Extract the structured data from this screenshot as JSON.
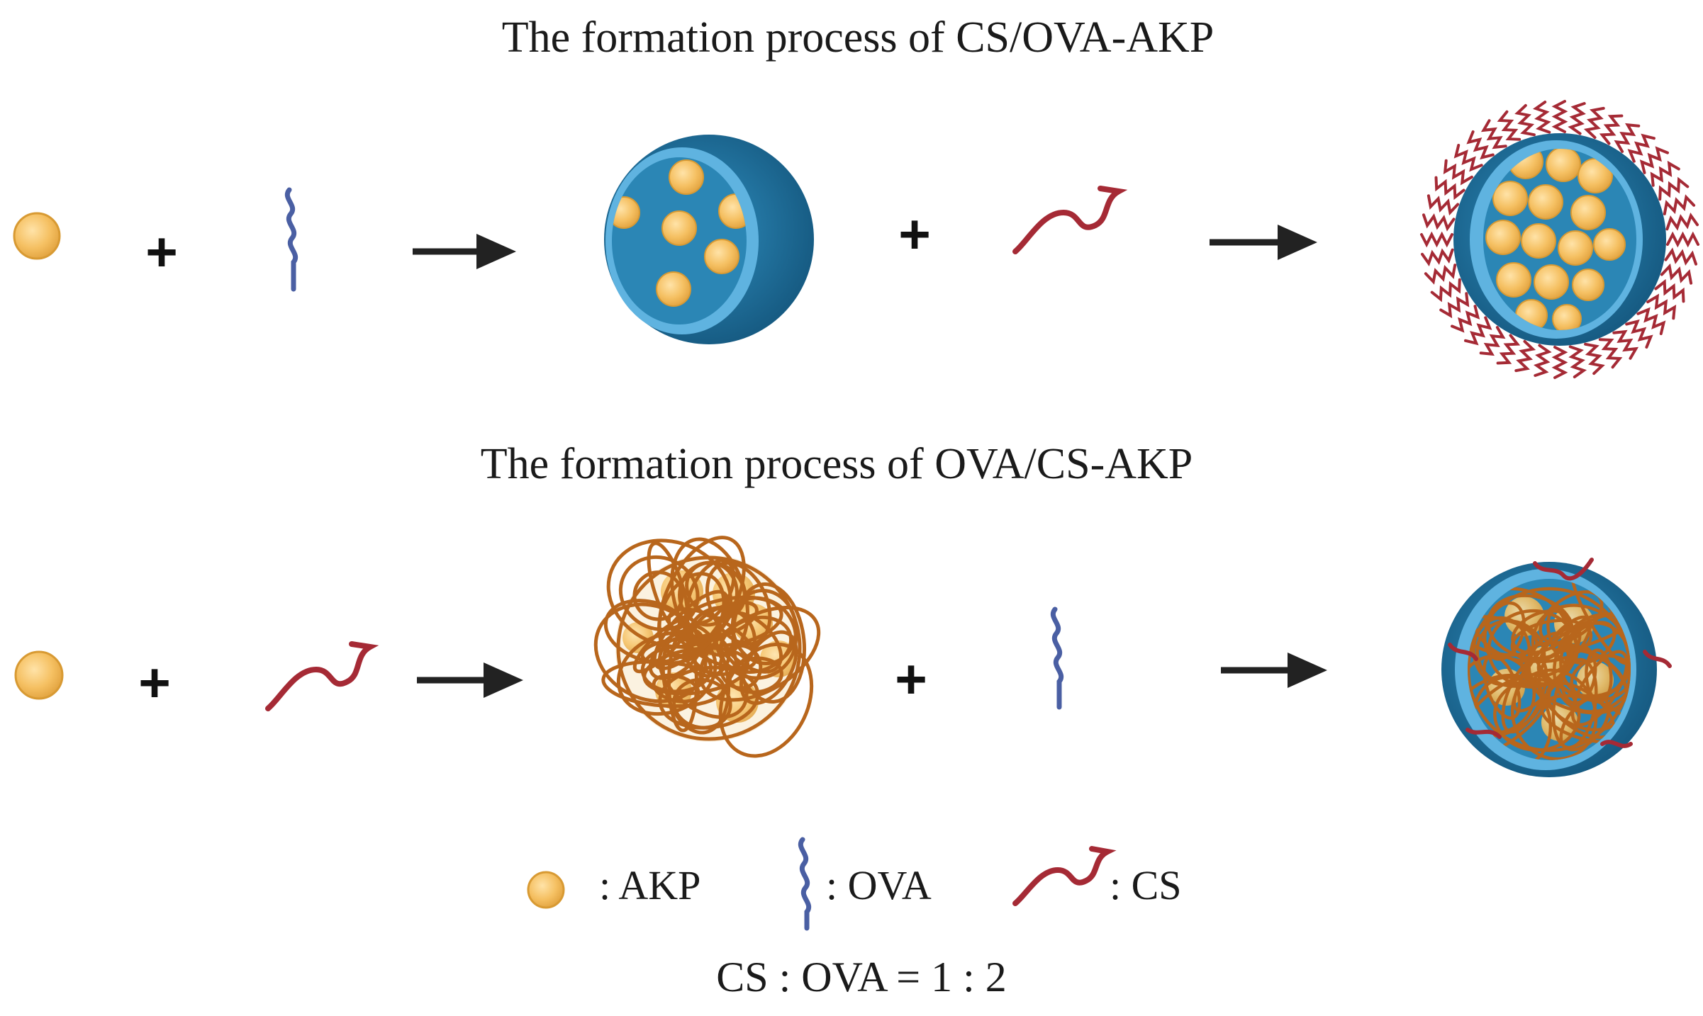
{
  "rows": [
    {
      "title": "The formation process of CS/OVA-AKP"
    },
    {
      "title": "The formation process of OVA/CS-AKP"
    }
  ],
  "legend": {
    "akp": ": AKP",
    "ova": ": OVA",
    "cs": ": CS"
  },
  "ratio": "CS : OVA = 1 : 2",
  "symbols": {
    "plus": "+"
  },
  "colors": {
    "akp_fill": "#f5c062",
    "akp_stroke": "#d89a33",
    "ova": "#4a5fa3",
    "cs": "#a52a35",
    "sphere_outer": "#1f6fa0",
    "sphere_rim": "#5fb3e0",
    "sphere_core": "#2b86b5",
    "chitosan_net": "#b8661c",
    "arrow": "#222222"
  }
}
